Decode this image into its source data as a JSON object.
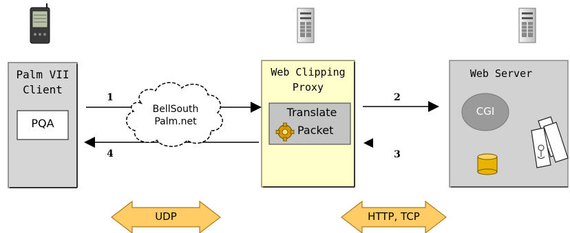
{
  "client": {
    "title_line1": "Palm VII",
    "title_line2": "Client",
    "module": "PQA"
  },
  "network": {
    "line1": "BellSouth",
    "line2": "Palm.net"
  },
  "proxy": {
    "title_line1": "Web Clipping",
    "title_line2": "Proxy",
    "inner_line1": "Translate",
    "inner_line2": "Packet"
  },
  "server": {
    "title": "Web Server",
    "cgi": "CGI"
  },
  "steps": {
    "s1": "1",
    "s2": "2",
    "s3": "3",
    "s4": "4"
  },
  "protocols": {
    "left": "UDP",
    "right": "HTTP, TCP"
  },
  "colors": {
    "client_fill": "#d6d6d6",
    "proxy_fill": "#ffffcc",
    "server_fill": "#d2d2d2",
    "protocol_arrow_fill": "#ffcc66",
    "protocol_arrow_stroke": "#b07a1a",
    "cgi_fill": "#9a9a9a",
    "database_fill": "#e8b400"
  },
  "icons": [
    "palm-device-icon",
    "server-tower-icon",
    "gear-icon",
    "database-icon",
    "documents-icon",
    "cloud-icon"
  ]
}
